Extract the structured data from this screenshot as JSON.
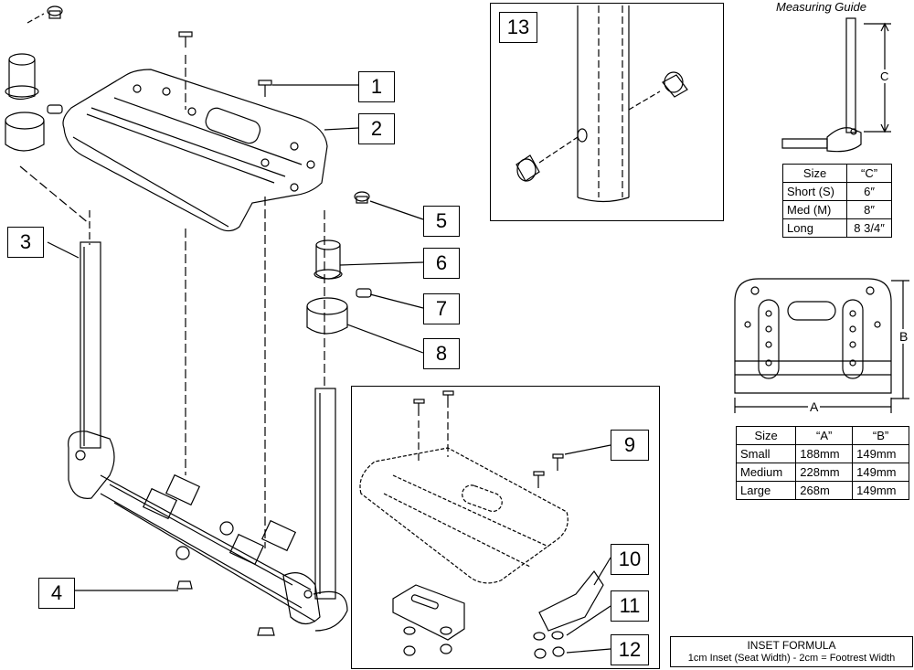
{
  "callouts": [
    "1",
    "2",
    "3",
    "4",
    "5",
    "6",
    "7",
    "8",
    "9",
    "10",
    "11",
    "12",
    "13"
  ],
  "measuring_guide": {
    "title": "Measuring Guide",
    "dim_label": "C",
    "headers": [
      "Size",
      "“C”"
    ],
    "rows": [
      [
        "Short (S)",
        "6″"
      ],
      [
        "Med (M)",
        "8″"
      ],
      [
        "Long",
        "8 3/4″"
      ]
    ]
  },
  "footplate_guide": {
    "dim_a": "A",
    "dim_b": "B",
    "headers": [
      "Size",
      "“A”",
      "“B”"
    ],
    "rows": [
      [
        "Small",
        "188mm",
        "149mm"
      ],
      [
        "Medium",
        "228mm",
        "149mm"
      ],
      [
        "Large",
        "268m",
        "149mm"
      ]
    ]
  },
  "inset_formula": {
    "title": "INSET FORMULA",
    "text": "1cm Inset (Seat Width) - 2cm = Footrest Width"
  }
}
